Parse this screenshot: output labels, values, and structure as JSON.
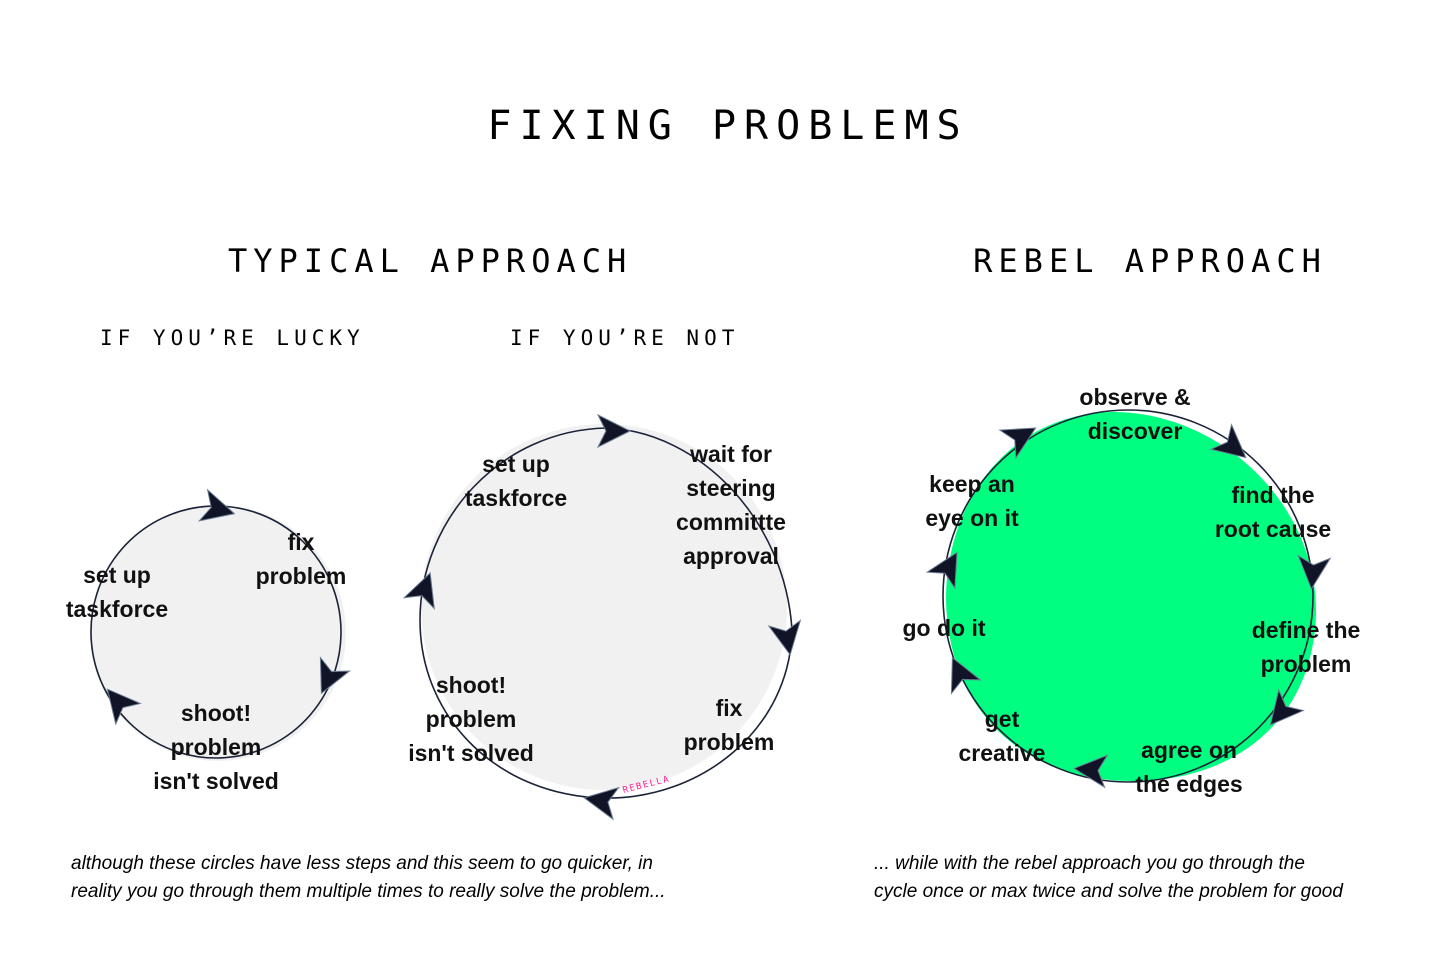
{
  "title": "FIXING PROBLEMS",
  "typical": {
    "title": "TYPICAL APPROACH",
    "lucky": {
      "title": "IF YOU’RE LUCKY",
      "steps": [
        {
          "lines": [
            "set up",
            "taskforce"
          ]
        },
        {
          "lines": [
            "fix",
            "problem"
          ]
        },
        {
          "lines": [
            "shoot!",
            "problem",
            "isn't solved"
          ]
        }
      ]
    },
    "not_lucky": {
      "title": "IF YOU’RE NOT",
      "steps": [
        {
          "lines": [
            "set up",
            "taskforce"
          ]
        },
        {
          "lines": [
            "wait for",
            "steering",
            "committte",
            "approval"
          ]
        },
        {
          "lines": [
            "fix",
            "problem"
          ]
        },
        {
          "lines": [
            "shoot!",
            "problem",
            "isn't solved"
          ]
        }
      ]
    },
    "note": [
      "although these circles have less steps and this seem to go quicker,  in",
      "reality you go through them multiple times to really solve the problem..."
    ]
  },
  "rebel": {
    "title": "REBEL APPROACH",
    "fill_color": "#00ff80",
    "steps": [
      {
        "lines": [
          "observe &",
          "discover"
        ]
      },
      {
        "lines": [
          "find the",
          "root cause"
        ]
      },
      {
        "lines": [
          "define the",
          "problem"
        ]
      },
      {
        "lines": [
          "agree on",
          "the edges"
        ]
      },
      {
        "lines": [
          "get",
          "creative"
        ]
      },
      {
        "lines": [
          "go do it"
        ]
      },
      {
        "lines": [
          "keep an",
          "eye on it"
        ]
      }
    ],
    "note": [
      "... while with the rebel approach you go through the",
      "cycle once or max twice and solve the problem for good"
    ]
  },
  "signature": "REBELLA",
  "colors": {
    "circle_fill": "#f1f1f2",
    "stroke": "#1c2338",
    "accent": "#00ff80",
    "signature": "#ff1f8f"
  }
}
